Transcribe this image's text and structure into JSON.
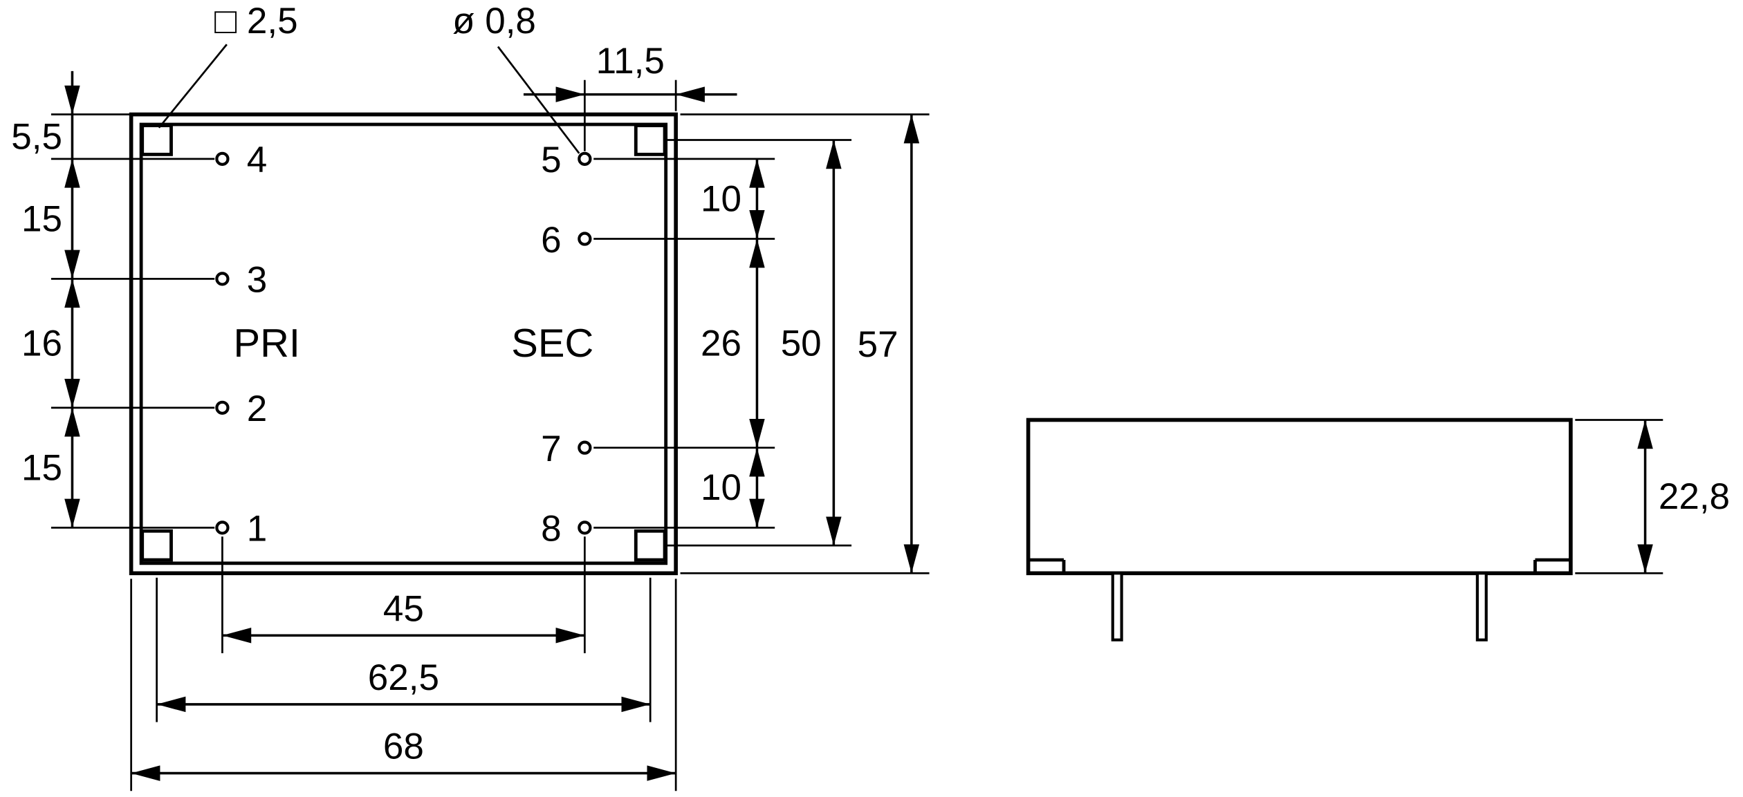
{
  "top_view": {
    "pri_label": "PRI",
    "sec_label": "SEC",
    "pins_left": [
      "4",
      "3",
      "2",
      "1"
    ],
    "pins_right": [
      "5",
      "6",
      "7",
      "8"
    ]
  },
  "dimensions": {
    "pad_square": "□ 2,5",
    "pin_diameter": "ø 0,8",
    "pin_to_edge": "11,5",
    "left_chain": [
      "5,5",
      "15",
      "16",
      "15"
    ],
    "right_chain": [
      "10",
      "26",
      "10"
    ],
    "pad_span_vertical": "50",
    "body_height": "57",
    "pin_span": "45",
    "pad_span_horizontal": "62,5",
    "body_width": "68",
    "side_view_height": "22,8"
  },
  "colors": {
    "line": "#000000",
    "background": "#ffffff"
  }
}
